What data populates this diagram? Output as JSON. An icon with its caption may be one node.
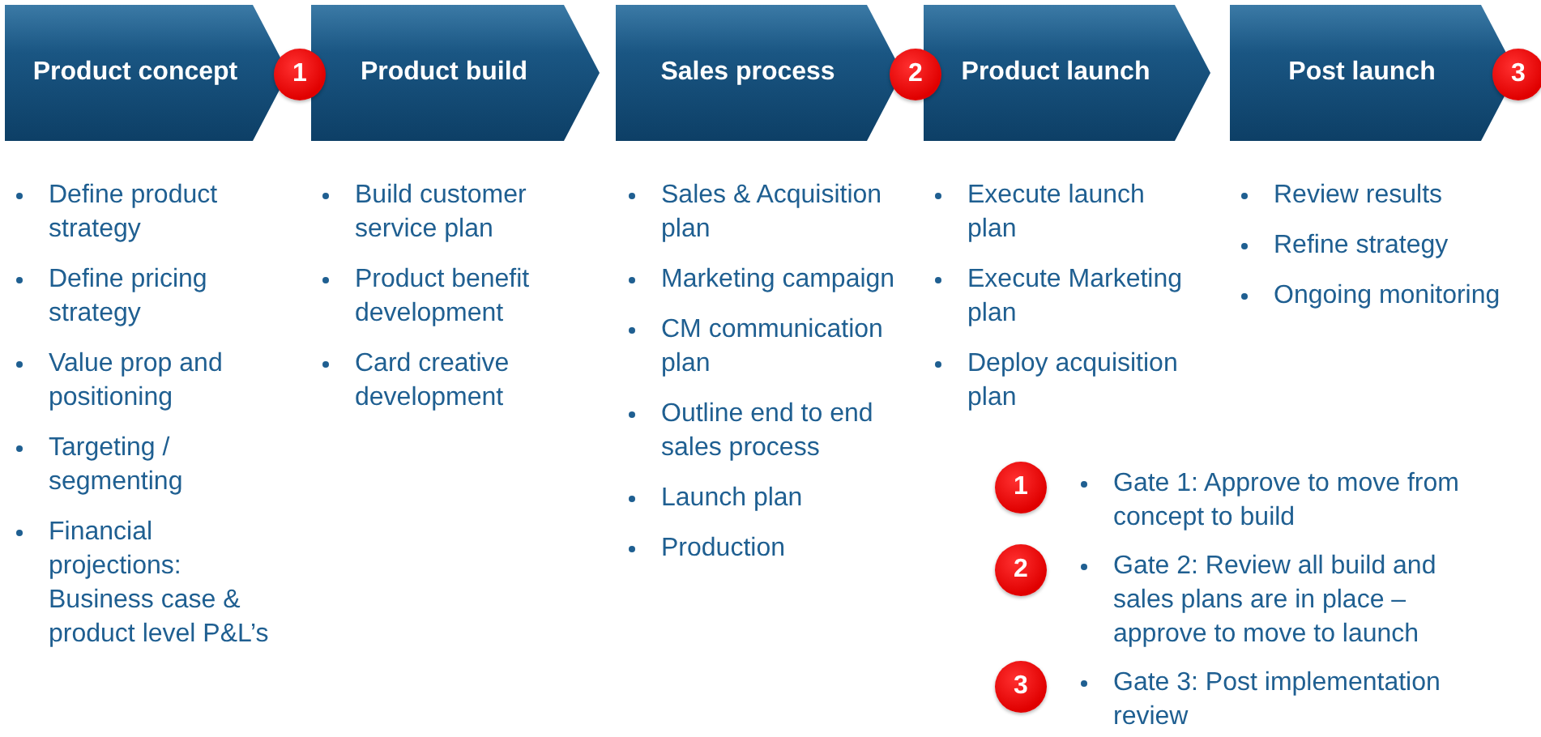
{
  "diagram": {
    "nodes": [
      {
        "text": [
          "Product concept"
        ],
        "beside": [
          "Define product strategy",
          "Define pricing strategy",
          "Value prop and positioning",
          "Targeting / segmenting",
          "Financial projections: Business case & product level P&L’s"
        ]
      },
      {
        "text": [
          "1"
        ]
      },
      {
        "text": [
          "Product build"
        ],
        "beside": [
          "Build customer service plan",
          "Product benefit development",
          "Card creative development"
        ]
      },
      {
        "text": [
          "Sales process"
        ],
        "beside": [
          "Sales & Acquisition plan",
          "Marketing campaign",
          "CM communication plan",
          "Outline end to end sales process",
          "Launch plan",
          "Production"
        ]
      },
      {
        "text": [
          "2"
        ]
      },
      {
        "text": [
          "Product launch"
        ],
        "beside": [
          "Execute launch plan",
          "Execute Marketing plan",
          "Deploy acquisition plan"
        ]
      },
      {
        "text": [
          "Post launch"
        ],
        "beside": [
          "Review results",
          "Refine strategy",
          "Ongoing monitoring"
        ]
      },
      {
        "text": [
          "3"
        ]
      },
      {
        "text": [
          "1"
        ],
        "beside": [
          "Gate 1: Approve to move from concept to build"
        ]
      },
      {
        "text": [
          "2"
        ],
        "beside": [
          "Gate 2: Review all build and sales plans are in place – approve to move to launch"
        ]
      },
      {
        "text": [
          "3"
        ],
        "beside": [
          "Gate 3: Post implementation review"
        ]
      }
    ]
  }
}
